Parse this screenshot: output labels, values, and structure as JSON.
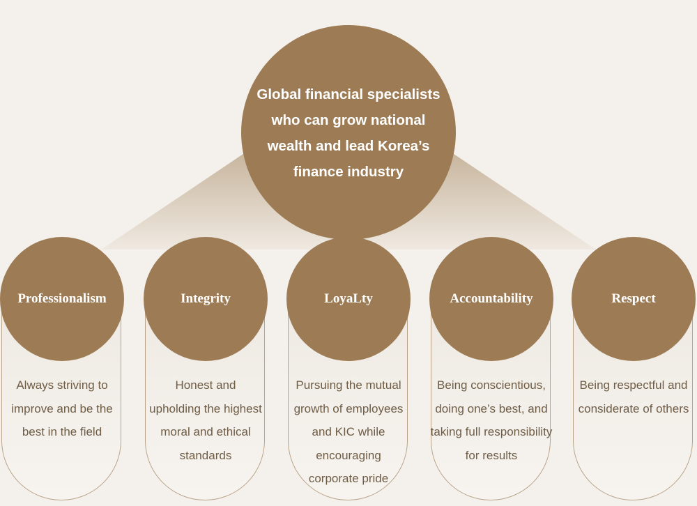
{
  "vision": "Global financial specialists who can grow national wealth and lead Korea’s finance industry",
  "values": [
    {
      "title": "Professionalism",
      "description": "Always striving to improve and be the best in the field"
    },
    {
      "title": "Integrity",
      "description": "Honest and upholding the highest moral and ethical standards"
    },
    {
      "title": "LoyaLty",
      "description": "Pursuing the mutual growth of employees and KIC while encouraging corporate pride"
    },
    {
      "title": "Accountability",
      "description": "Being conscientious, doing one’s best, and taking full responsibility for results"
    },
    {
      "title": "Respect",
      "description": "Being respectful and considerate of others"
    }
  ],
  "colors": {
    "circle": "#9d7c55",
    "background": "#f4f1ed",
    "description_text": "#6e5c45",
    "capsule_border": "#b9a48a"
  }
}
